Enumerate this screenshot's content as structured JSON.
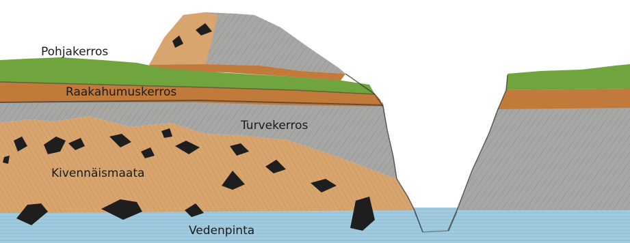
{
  "labels": {
    "top_layer": "Pohjakerros",
    "humus_layer": "Raakahumuskerros",
    "peat_layer": "Turvekerros",
    "mineral_layer": "Kivennäismaata",
    "water_level": "Vedenpinta"
  },
  "colors": {
    "grass": "#6fa53c",
    "humus": "#c27a3a",
    "peat": "#a7a7a5",
    "mineral": "#d9a56f",
    "water": "#9fcadf",
    "stones": "#1e1e1e"
  }
}
